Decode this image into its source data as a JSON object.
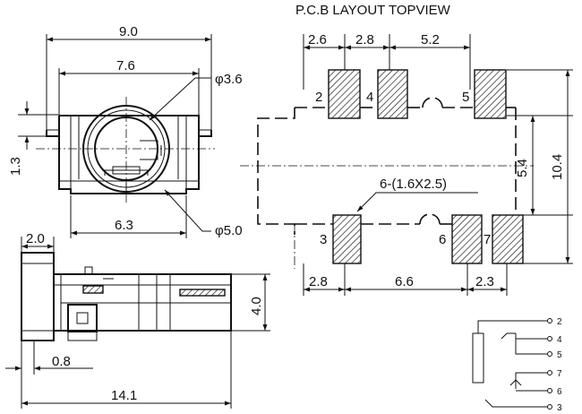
{
  "pcb_layout": {
    "title": "P.C.B LAYOUT TOPVIEW",
    "top_dims": [
      "2.6",
      "2.8",
      "5.2"
    ],
    "bottom_dims": [
      "2.8",
      "6.6",
      "2.3"
    ],
    "right_dims": [
      "5.4",
      "10.4"
    ],
    "pad_spec": "6-(1.6X2.5)",
    "pins_top": [
      "2",
      "4",
      "5"
    ],
    "pins_bottom": [
      "3",
      "6",
      "7"
    ]
  },
  "front_view": {
    "width_outer": "9.0",
    "width_inner": "7.6",
    "hole_dia": "φ3.6",
    "outer_dia": "φ5.0",
    "base_width": "6.3",
    "height": "1.3"
  },
  "side_view": {
    "flange": "2.0",
    "height": "4.0",
    "offset": "0.8",
    "length": "14.1"
  },
  "schematic": {
    "pins": [
      "2",
      "4",
      "5",
      "7",
      "6",
      "3"
    ]
  }
}
